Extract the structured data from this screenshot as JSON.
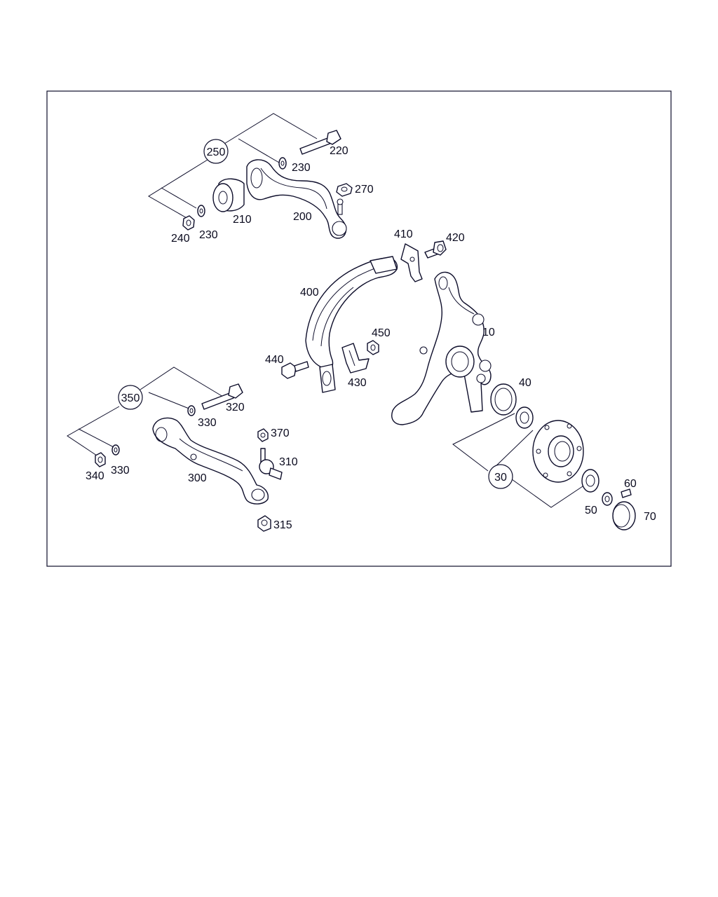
{
  "labels": {
    "p10": "10",
    "p30": "30",
    "p40": "40",
    "p50": "50",
    "p60": "60",
    "p70": "70",
    "p200": "200",
    "p210": "210",
    "p220": "220",
    "p230a": "230",
    "p230b": "230",
    "p240": "240",
    "p250": "250",
    "p270": "270",
    "p300": "300",
    "p310": "310",
    "p315": "315",
    "p320": "320",
    "p330a": "330",
    "p330b": "330",
    "p340": "340",
    "p350": "350",
    "p370": "370",
    "p400": "400",
    "p410": "410",
    "p420": "420",
    "p430": "430",
    "p440": "440",
    "p450": "450"
  },
  "colors": {
    "ink": "#0d0d2a",
    "background": "#ffffff"
  }
}
